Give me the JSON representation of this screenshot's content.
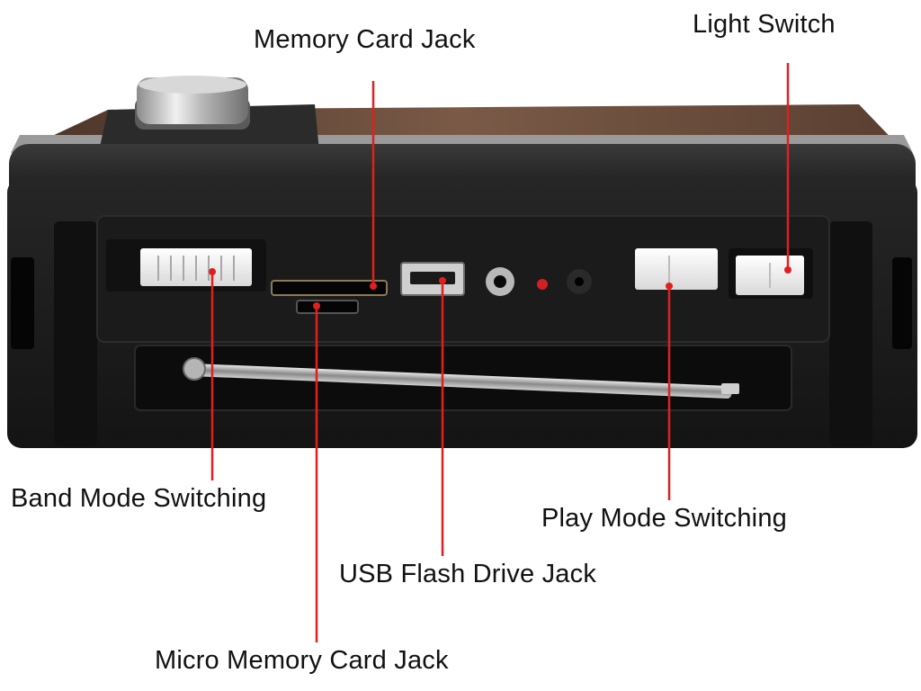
{
  "labels": {
    "memory_card_jack": "Memory Card Jack",
    "light_switch": "Light Switch",
    "band_mode_switching": "Band Mode Switching",
    "play_mode_switching": "Play Mode Switching",
    "usb_flash_drive_jack": "USB Flash Drive Jack",
    "micro_memory_card_jack": "Micro Memory Card Jack"
  },
  "colors": {
    "leader_line": "#e02020",
    "label_text": "#111111",
    "device_body": "#1c1c1c",
    "wood_panel": "#6b4a38"
  }
}
